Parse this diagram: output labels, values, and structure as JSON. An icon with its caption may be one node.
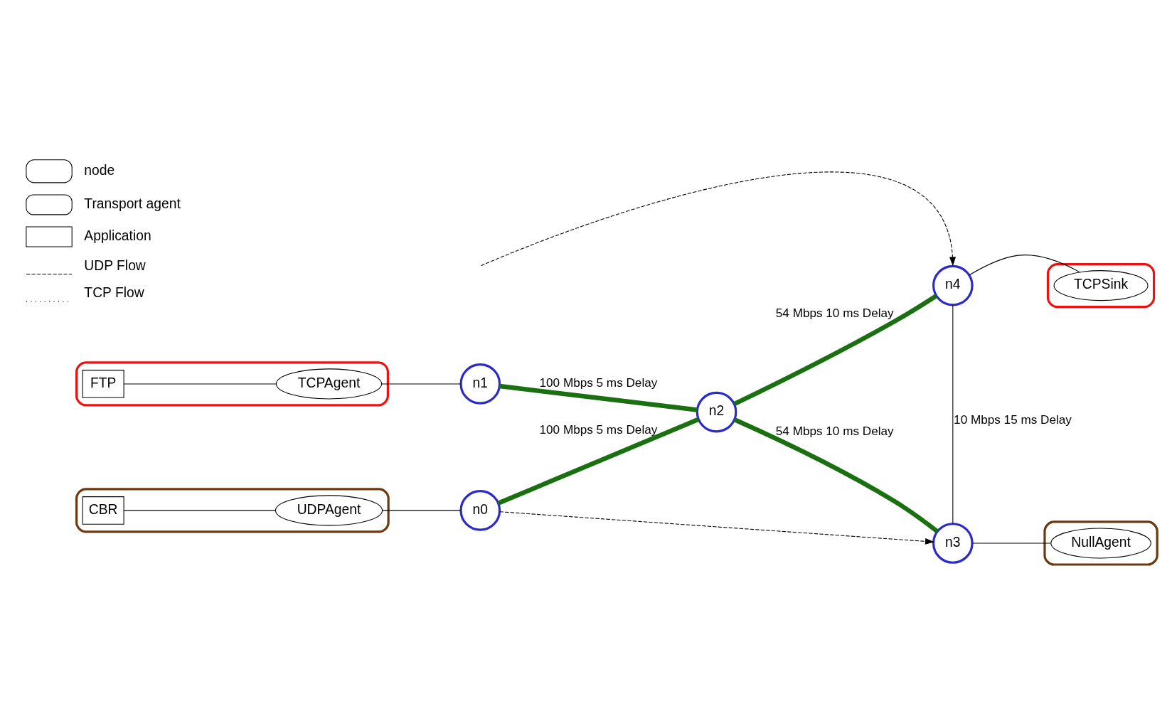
{
  "diagram": {
    "nodes": [
      {
        "text": [],
        "shape": "box"
      },
      {
        "text": [
          "CBR"
        ],
        "in": 0
      },
      {
        "text": [
          "UDPAgent"
        ],
        "in": 0
      },
      {
        "text": [],
        "shape": "box"
      },
      {
        "text": [
          "TCPAgent"
        ],
        "in": 3
      },
      {
        "text": [
          "FTP"
        ],
        "in": 3
      },
      {
        "text": [
          "n0"
        ]
      },
      {
        "text": [
          "n1"
        ]
      },
      {
        "text": [
          "n2"
        ]
      },
      {
        "text": [],
        "shape": "box"
      },
      {
        "text": [
          "TCPSink"
        ],
        "in": 9
      },
      {
        "text": [
          "n4"
        ]
      },
      {
        "text": [
          "n3"
        ]
      },
      {
        "text": [],
        "shape": "box"
      },
      {
        "text": [
          "NullAgent"
        ],
        "in": 13
      }
    ],
    "edges": [
      {
        "from": 1,
        "to": 2,
        "arrow": "none"
      },
      {
        "from": 2,
        "to": 6,
        "arrow": "none"
      },
      {
        "from": 5,
        "to": 4,
        "arrow": "none"
      },
      {
        "from": 4,
        "to": 7,
        "arrow": "none"
      },
      {
        "from": 6,
        "to": 8,
        "arrow": "none",
        "label": "100 Mbps 5 ms Delay",
        "style": "thick",
        "color": "#1a7010"
      },
      {
        "from": 7,
        "to": 8,
        "arrow": "none",
        "label": "100 Mbps 5 ms Delay",
        "style": "thick",
        "color": "#1a7010"
      },
      {
        "from": 8,
        "to": 11,
        "arrow": "none",
        "label": "54 Mbps 10 ms Delay",
        "style": "thick",
        "color": "#1a7010"
      },
      {
        "from": 8,
        "to": 12,
        "arrow": "none",
        "label": "54 Mbps 10 ms Delay",
        "style": "thick",
        "color": "#1a7010"
      },
      {
        "from": 11,
        "to": 12,
        "arrow": "none",
        "label": "10 Mbps 15 ms Delay"
      },
      {
        "from": 10,
        "to": 11,
        "arrow": "none"
      },
      {
        "from": 12,
        "to": 14,
        "arrow": "none"
      },
      {
        "from": 6,
        "to": 12,
        "arrow": "to",
        "style": "dashed"
      },
      {
        "from": null,
        "to": 11,
        "arrow": "to",
        "style": "dashed"
      }
    ],
    "legend": [
      {
        "text": "node"
      },
      {
        "text": "Transport agent"
      },
      {
        "text": "Application"
      },
      {
        "text": "UDP Flow"
      },
      {
        "text": "TCP Flow"
      }
    ]
  }
}
